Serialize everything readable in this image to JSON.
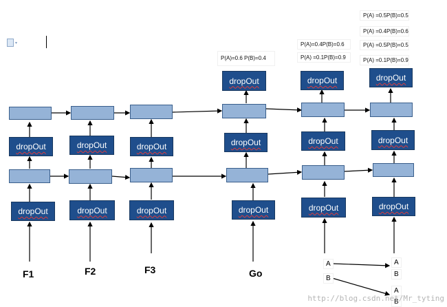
{
  "toolbar": {
    "icon": "document-icon"
  },
  "nodes": {
    "dropout_label": "dropOut"
  },
  "inputs": [
    "F1",
    "F2",
    "F3",
    "Go"
  ],
  "output_tokens": {
    "source": [
      "A",
      "B"
    ],
    "target_top": [
      "A",
      "B"
    ],
    "target_bottom": [
      "A",
      "B"
    ]
  },
  "probabilities": {
    "col4": [
      "P(A)=0.6   P(B)=0.4"
    ],
    "col5": [
      "P(A)=0.4P(B)=0.6",
      "P(A) =0.1P(B)=0.9"
    ],
    "col6": [
      "P(A) =0.5P(B)=0.5",
      "P(A) =0.4P(B)=0.6",
      "P(A) =0.5P(B)=0.5",
      "P(A) =0.1P(B)=0.9"
    ]
  },
  "watermark": "http://blog.csdn.net/Mr_tyting"
}
